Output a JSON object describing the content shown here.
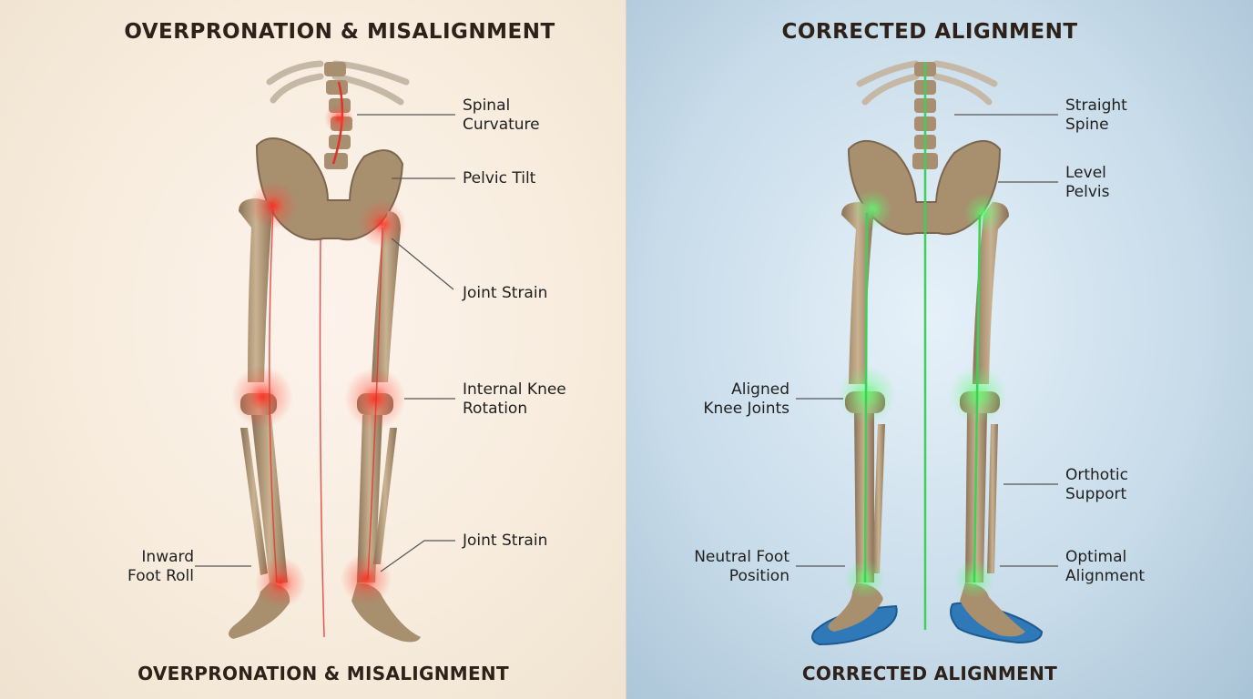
{
  "left": {
    "title_top": "OVERPRONATION & MISALIGNMENT",
    "title_bottom": "OVERPRONATION & MISALIGNMENT",
    "labels": {
      "spinal": [
        "Spinal",
        "Curvature"
      ],
      "pelvic": [
        "Pelvic Tilt"
      ],
      "joint_hip": [
        "Joint Strain"
      ],
      "knee": [
        "Internal Knee",
        "Rotation"
      ],
      "joint_ankle": [
        "Joint Strain"
      ],
      "foot": [
        "Inward",
        "Foot Roll"
      ]
    },
    "accent_color": "#e0322a"
  },
  "right": {
    "title_top": "CORRECTED ALIGNMENT",
    "title_bottom": "CORRECTED ALIGNMENT",
    "labels": {
      "spine": [
        "Straight",
        "Spine"
      ],
      "pelvis": [
        "Level",
        "Pelvis"
      ],
      "knees": [
        "Aligned",
        "Knee Joints"
      ],
      "orthotic": [
        "Orthotic",
        "Support"
      ],
      "neutral": [
        "Neutral Foot",
        "Position"
      ],
      "optimal": [
        "Optimal",
        "Alignment"
      ]
    },
    "accent_color": "#3fd05a",
    "insole_color": "#2f79b8"
  },
  "bone_color": "#b49a78"
}
